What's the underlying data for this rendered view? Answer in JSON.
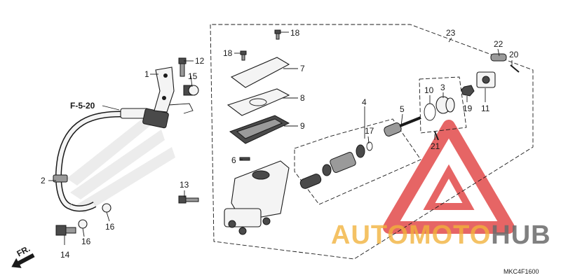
{
  "diagram": {
    "code": "MKC4F1600",
    "ref_label": "F-5-20",
    "fr_label": "FR.",
    "watermark": {
      "part1": "AUTOMOTO",
      "part2": "HUB"
    },
    "callouts": [
      "1",
      "2",
      "3",
      "4",
      "5",
      "6",
      "7",
      "8",
      "9",
      "10",
      "11",
      "12",
      "13",
      "14",
      "15",
      "16",
      "16",
      "17",
      "18",
      "18",
      "19",
      "20",
      "21",
      "22",
      "23"
    ]
  },
  "colors": {
    "watermark_red": "#e03a3a",
    "watermark_orange": "#f2b23a",
    "watermark_gray": "#6b6b6b",
    "ink": "#1a1a1a"
  }
}
